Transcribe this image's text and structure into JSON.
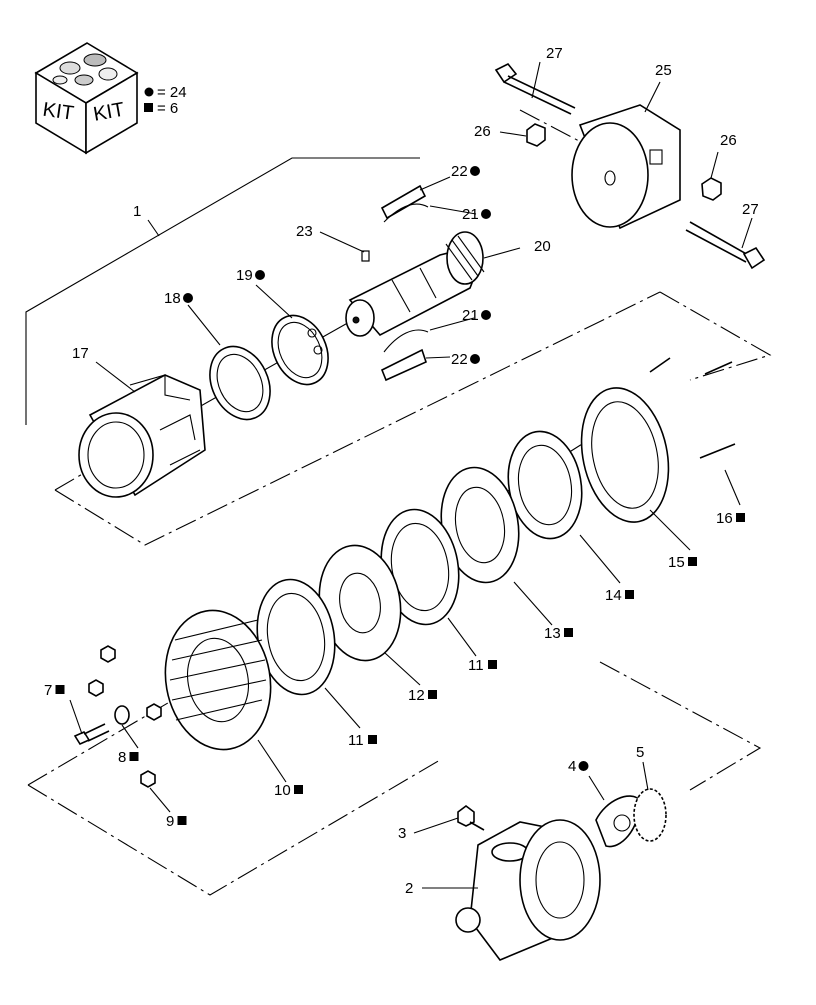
{
  "kit": {
    "box_labels": [
      "KIT",
      "KIT"
    ],
    "legend": [
      {
        "symbol": "circle",
        "text": "= 24"
      },
      {
        "symbol": "square",
        "text": "= 6"
      }
    ]
  },
  "callouts": [
    {
      "id": "c1",
      "label": "1",
      "symbol": null
    },
    {
      "id": "c2",
      "label": "2",
      "symbol": null
    },
    {
      "id": "c3",
      "label": "3",
      "symbol": null
    },
    {
      "id": "c4",
      "label": "4",
      "symbol": "circle"
    },
    {
      "id": "c5",
      "label": "5",
      "symbol": null
    },
    {
      "id": "c7",
      "label": "7",
      "symbol": "square"
    },
    {
      "id": "c8",
      "label": "8",
      "symbol": "square"
    },
    {
      "id": "c9",
      "label": "9",
      "symbol": "square"
    },
    {
      "id": "c10",
      "label": "10",
      "symbol": "square"
    },
    {
      "id": "c11a",
      "label": "11",
      "symbol": "square"
    },
    {
      "id": "c11b",
      "label": "11",
      "symbol": "square"
    },
    {
      "id": "c12",
      "label": "12",
      "symbol": "square"
    },
    {
      "id": "c13",
      "label": "13",
      "symbol": "square"
    },
    {
      "id": "c14",
      "label": "14",
      "symbol": "square"
    },
    {
      "id": "c15",
      "label": "15",
      "symbol": "square"
    },
    {
      "id": "c16",
      "label": "16",
      "symbol": "square"
    },
    {
      "id": "c17",
      "label": "17",
      "symbol": null
    },
    {
      "id": "c18",
      "label": "18",
      "symbol": "circle"
    },
    {
      "id": "c19",
      "label": "19",
      "symbol": "circle"
    },
    {
      "id": "c20",
      "label": "20",
      "symbol": null
    },
    {
      "id": "c21a",
      "label": "21",
      "symbol": "circle"
    },
    {
      "id": "c21b",
      "label": "21",
      "symbol": "circle"
    },
    {
      "id": "c22a",
      "label": "22",
      "symbol": "circle"
    },
    {
      "id": "c22b",
      "label": "22",
      "symbol": "circle"
    },
    {
      "id": "c23",
      "label": "23",
      "symbol": null
    },
    {
      "id": "c25",
      "label": "25",
      "symbol": null
    },
    {
      "id": "c26a",
      "label": "26",
      "symbol": null
    },
    {
      "id": "c26b",
      "label": "26",
      "symbol": null
    },
    {
      "id": "c27a",
      "label": "27",
      "symbol": null
    },
    {
      "id": "c27b",
      "label": "27",
      "symbol": null
    }
  ]
}
